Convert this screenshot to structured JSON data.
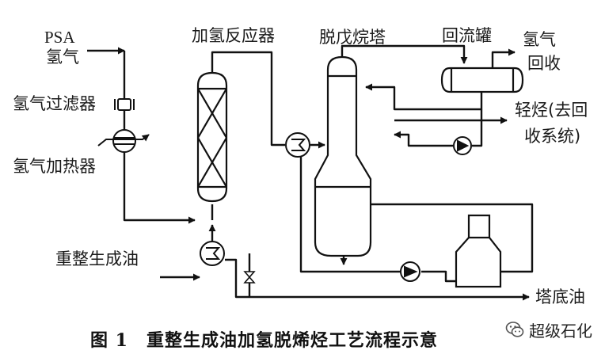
{
  "labels": {
    "psa": "PSA",
    "hydrogen": "氢气",
    "h2_filter": "氢气过滤器",
    "h2_heater": "氢气加热器",
    "reformate": "重整生成油",
    "reactor": "加氢反应器",
    "column": "脱戊烷塔",
    "reflux_drum": "回流罐",
    "h2_recovery_line1": "氢气",
    "h2_recovery_line2": "回收",
    "light_hc_line1": "轻烃(去回",
    "light_hc_line2": "收系统)",
    "bottoms": "塔底油"
  },
  "caption": "图 1　重整生成油加氢脱烯烃工艺流程示意",
  "watermark": "超级石化",
  "icons": {
    "watermark_logo": "wechat-logo-icon"
  }
}
